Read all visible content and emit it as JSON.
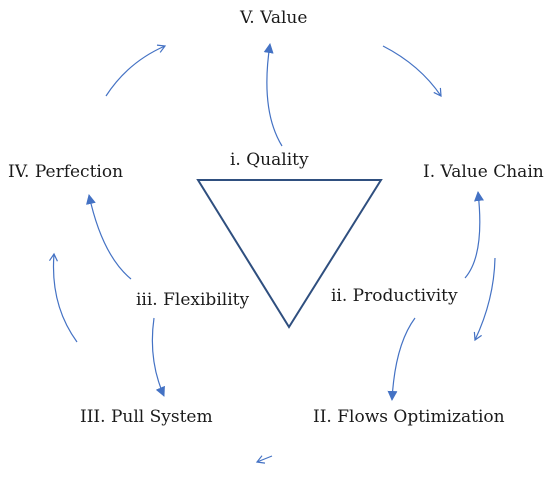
{
  "outer_labels": {
    "value": "V. Value",
    "value_chain": "I. Value Chain",
    "flows_optimization": "II. Flows Optimization",
    "pull_system": "III. Pull System",
    "perfection": "IV. Perfection"
  },
  "inner_labels": {
    "quality": "i. Quality",
    "productivity": "ii. Productivity",
    "flexibility": "iii. Flexibility"
  },
  "colors": {
    "arrow": "#4472c4",
    "triangle": "#2f4f7f",
    "text": "#1a1a1a"
  }
}
